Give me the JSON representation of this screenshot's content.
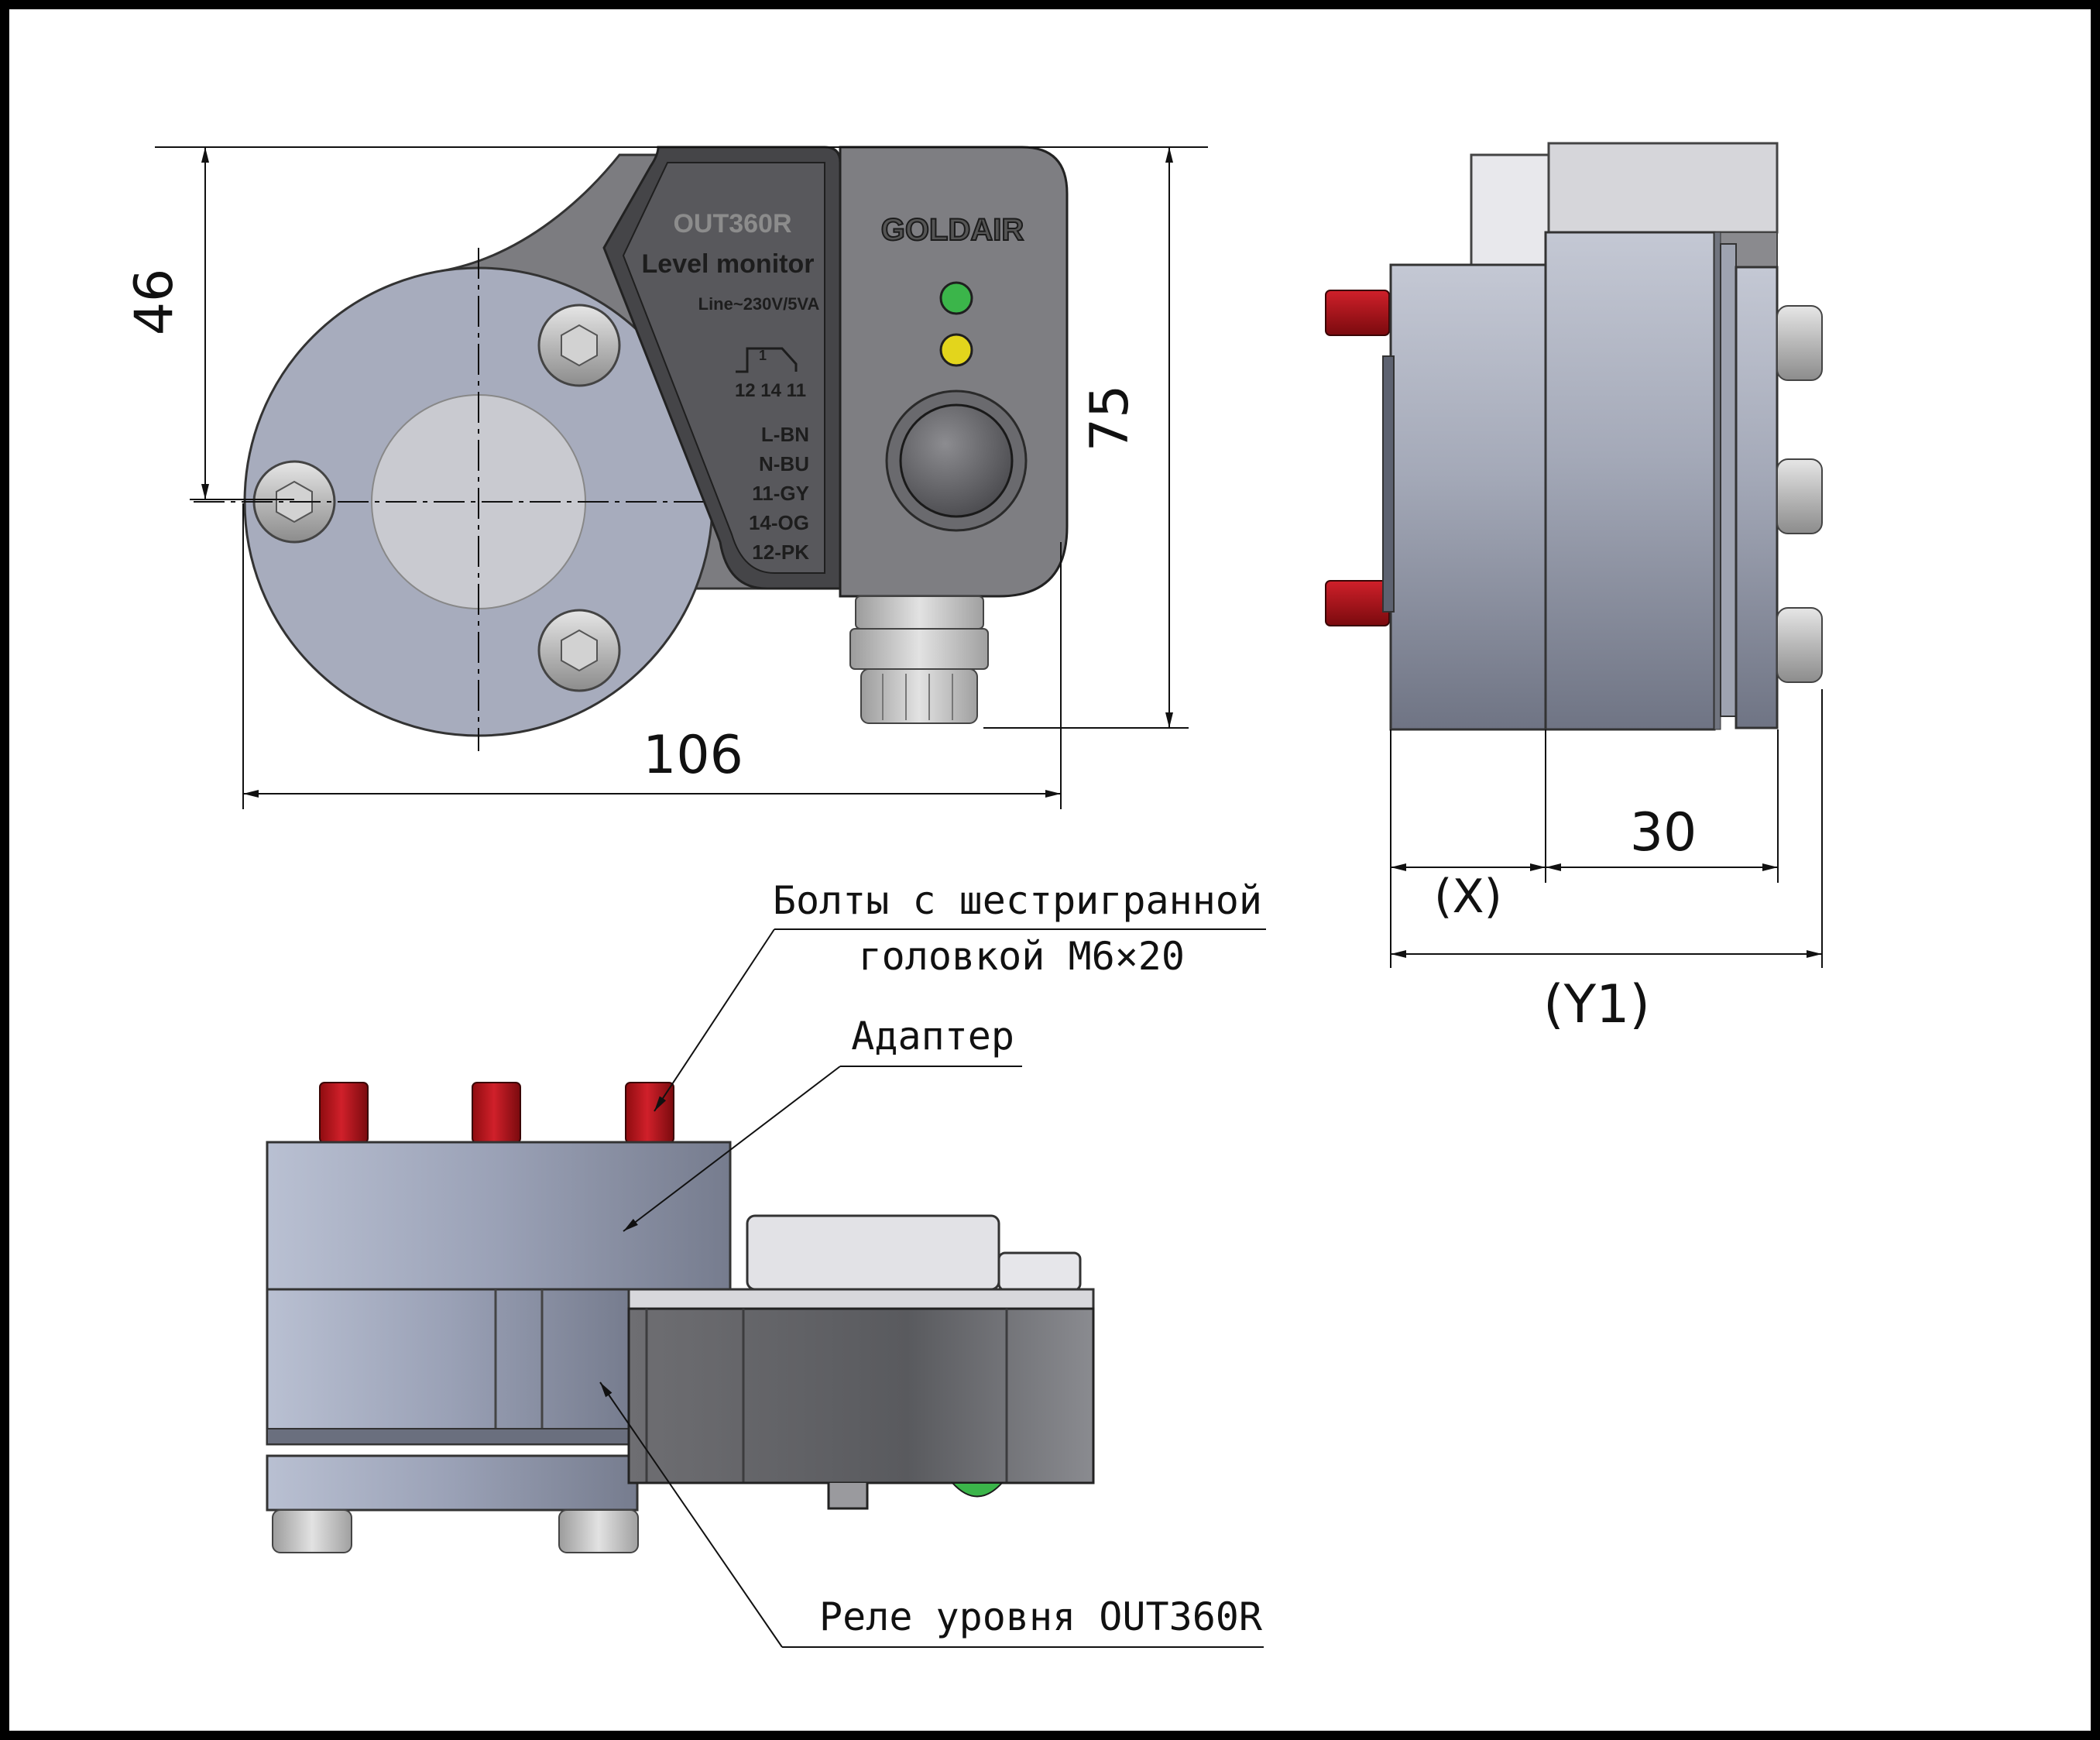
{
  "front_view": {
    "faceplate": {
      "model": "OUT360R",
      "title": "Level monitor",
      "supply": "Line~230V/5VA",
      "relay_num": "1",
      "relay_pins": "12 14 11",
      "wire_1": "L-BN",
      "wire_2": "N-BU",
      "wire_3": "11-GY",
      "wire_4": "14-OG",
      "wire_5": "12-PK"
    },
    "brand": "GOLDAIR",
    "led_colors": [
      "#3bb54a",
      "#e3d51c"
    ],
    "dim_height_46": "46",
    "dim_height_75": "75",
    "dim_width_106": "106"
  },
  "side_view": {
    "dim_30": "30",
    "dim_x": "(X)",
    "dim_y1": "(Y1)"
  },
  "callouts": {
    "bolts_line1": "Болты с шестригранной",
    "bolts_line2": "головкой M6×20",
    "adapter": "Адаптер",
    "relay": "Реле уровня OUT360R"
  }
}
